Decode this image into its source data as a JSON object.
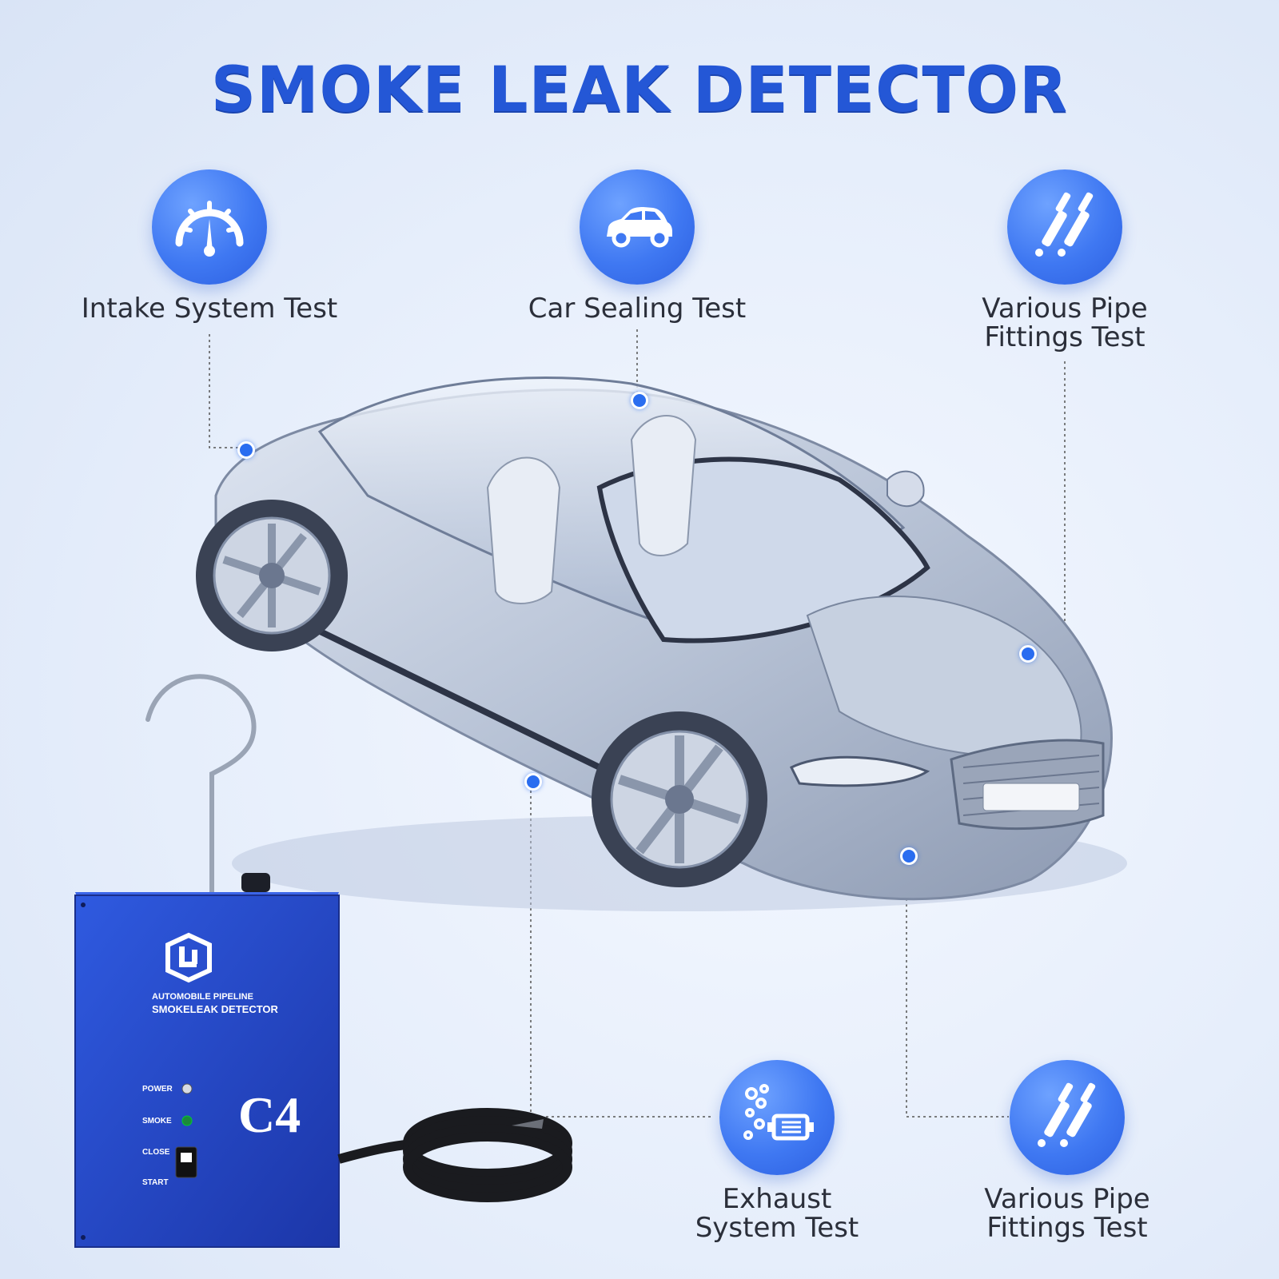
{
  "title": "SMOKE LEAK DETECTOR",
  "features": [
    {
      "label_lines": [
        "Intake System Test"
      ],
      "icon": "speedometer-icon"
    },
    {
      "label_lines": [
        "Car Sealing Test"
      ],
      "icon": "car-icon"
    },
    {
      "label_lines": [
        "Various Pipe",
        "Fittings Test"
      ],
      "icon": "pipe-fittings-icon"
    },
    {
      "label_lines": [
        "Exhaust",
        "System Test"
      ],
      "icon": "exhaust-icon"
    },
    {
      "label_lines": [
        "Various Pipe",
        "Fittings Test"
      ],
      "icon": "pipe-fittings-icon"
    }
  ],
  "device": {
    "brand_line1": "AUTOMOBILE PIPELINE",
    "brand_line2": "SMOKELEAK DETECTOR",
    "model": "C4",
    "controls": [
      "POWER",
      "SMOKE",
      "CLOSE",
      "START"
    ]
  },
  "colors": {
    "title": "#2457d6",
    "accent": "#2a6df0",
    "device_body": "#2446c8"
  }
}
